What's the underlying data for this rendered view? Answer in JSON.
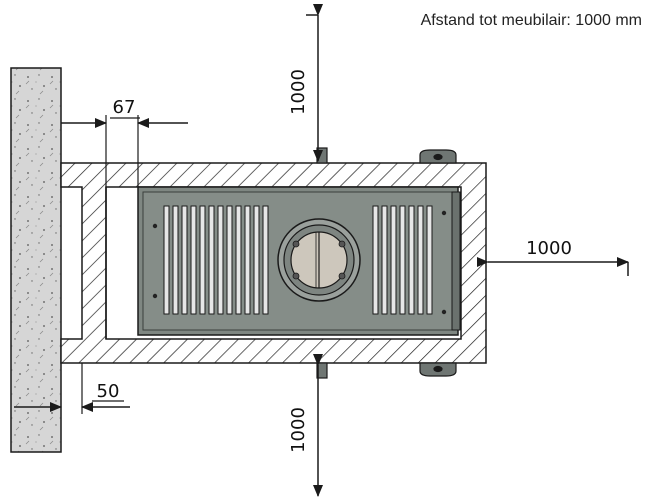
{
  "note": "Afstand tot meubilair: 1000 mm",
  "dimensions": {
    "top": "1000",
    "right": "1000",
    "bottom": "1000",
    "wall_gap": "67",
    "wall_offset": "50"
  },
  "colors": {
    "line": "#1a1a1a",
    "firebox": "#7d8580",
    "firebox_frame": "#5f6662",
    "wall_fill": "#d4d4d4",
    "insulation": "#ffffff"
  }
}
